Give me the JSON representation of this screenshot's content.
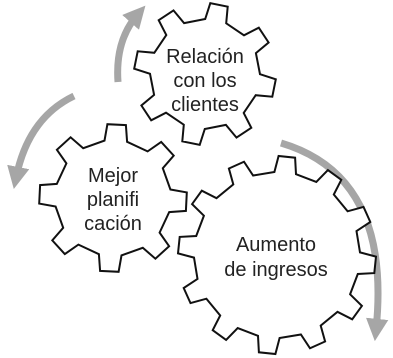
{
  "gears": [
    {
      "id": "relacion",
      "lines": [
        "Relación",
        "con los",
        "clientes"
      ]
    },
    {
      "id": "planificacion",
      "lines": [
        "Mejor",
        "planifi",
        "cación"
      ]
    },
    {
      "id": "ingresos",
      "lines": [
        "Aumento",
        "de ingresos"
      ]
    }
  ],
  "colors": {
    "gear_fill": "#ffffff",
    "gear_stroke": "#111111",
    "arrow": "#a6a6a6",
    "text": "#222222"
  }
}
